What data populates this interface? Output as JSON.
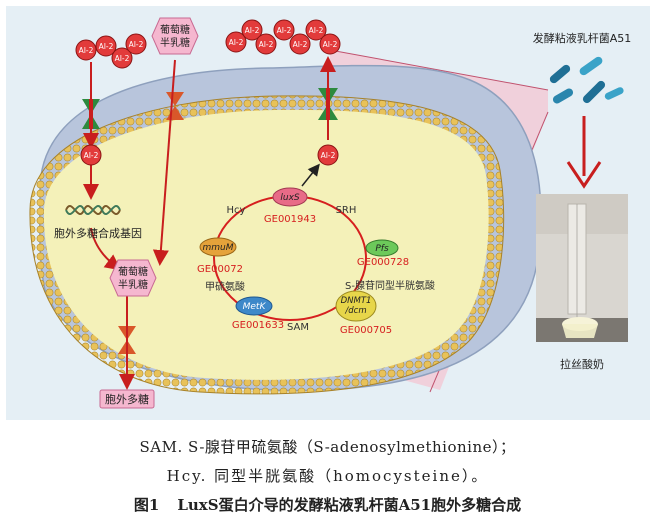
{
  "colors": {
    "background": "#e5eff5",
    "outer_membrane": "#b9c6dd",
    "cytoplasm": "#f3f0b8",
    "cycle": "#d61f1f",
    "ai2": "#e23b3b",
    "sugar_hex": "#f5b7cf",
    "enzyme_luxs": "#e86b87",
    "enzyme_pfs": "#6cc95a",
    "enzyme_dnmt": "#e7d64a",
    "enzyme_metk": "#3d88c9",
    "enzyme_mmum": "#e5a23a",
    "gene_label": "#d61f1f",
    "zoom": "#f0b8c6"
  },
  "molecules": {
    "ai2": "AI-2",
    "glucose_galactose_line1": "葡萄糖",
    "glucose_galactose_line2": "半乳糖"
  },
  "labels": {
    "gene_cluster": "胞外多糖合成基因",
    "eps_output": "胞外多糖",
    "bacterium": "发酵粘液乳杆菌A51",
    "product": "拉丝酸奶"
  },
  "cycle": {
    "luxs": {
      "enzyme": "luxS",
      "gene": "GE001943"
    },
    "pfs": {
      "enzyme": "Pfs",
      "gene": "GE000728"
    },
    "dnmt": {
      "enzyme_line1": "DNMT1",
      "enzyme_line2": "/dcm",
      "gene": "GE000705"
    },
    "metk": {
      "enzyme": "MetK",
      "gene": "GE001633"
    },
    "mmum": {
      "enzyme": "mmuM",
      "gene": "GE00072"
    },
    "hcy": "Hcy",
    "srh": "SRH",
    "sam": "SAM",
    "methionine": "甲硫氨酸",
    "sah": "S-腺苷同型半胱氨酸"
  },
  "caption": {
    "line1": "SAM. S-腺苷甲硫氨酸（S-adenosylmethionine）；",
    "line2": "Hcy. 同型半胱氨酸（homocysteine）。",
    "fig_no": "图1",
    "title": "LuxS蛋白介导的发酵粘液乳杆菌A51胞外多糖合成"
  }
}
